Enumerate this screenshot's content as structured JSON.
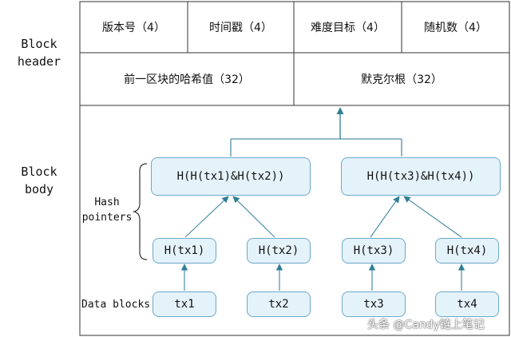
{
  "header_label": "Block\nheader",
  "body_label": "Block\nbody",
  "header_row1": {
    "version": "版本号（4）",
    "timestamp": "时间戳（4）",
    "difficulty": "难度目标（4）",
    "nonce": "随机数（4）"
  },
  "header_row2": {
    "prev_hash": "前一区块的哈希值（32）",
    "merkle_root": "默克尔根（32）"
  },
  "tree": {
    "level1": [
      "H(H(tx1)&H(tx2))",
      "H(H(tx3)&H(tx4))"
    ],
    "level2": [
      "H(tx1)",
      "H(tx2)",
      "H(tx3)",
      "H(tx4)"
    ],
    "data": [
      "tx1",
      "tx2",
      "tx3",
      "tx4"
    ]
  },
  "hash_pointers_label": "Hash\npointers",
  "data_blocks_label": "Data blocks",
  "watermark": "头条 @Candy链上笔记",
  "colors": {
    "node_fill": "#e4f2fa",
    "node_border": "#6aaac6",
    "line": "#4a90a8",
    "arrow": "#2f7f96"
  }
}
